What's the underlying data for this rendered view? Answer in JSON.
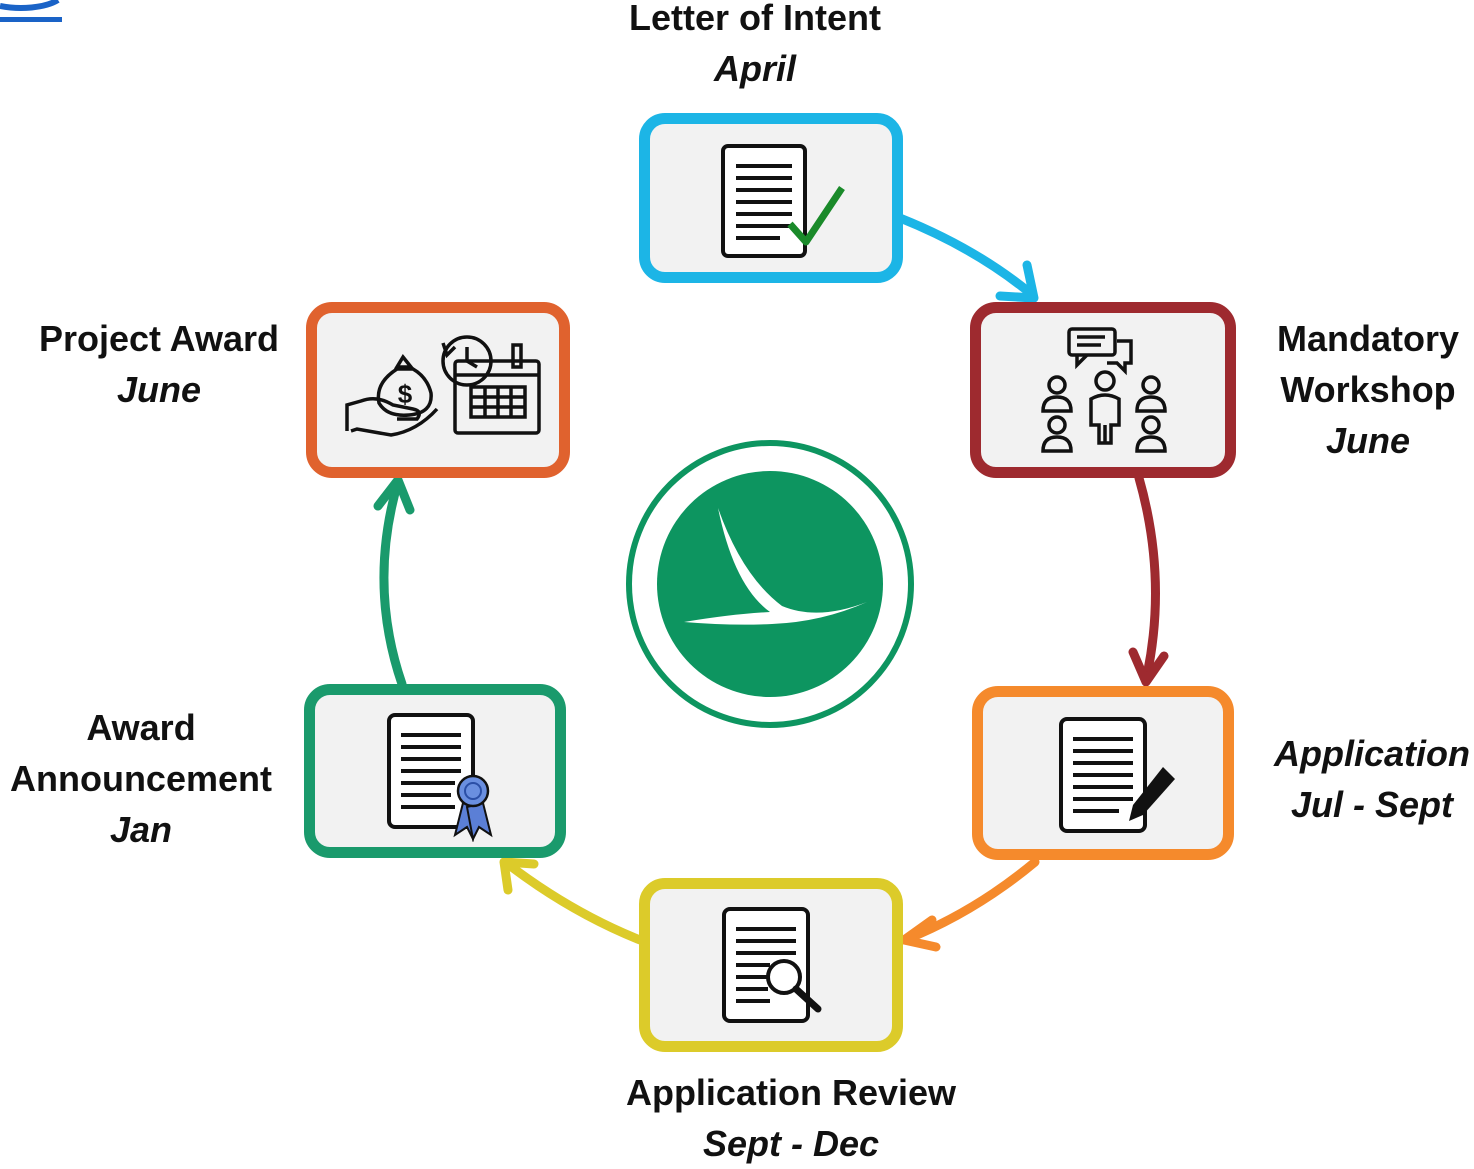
{
  "colors": {
    "letter_of_intent": "#1cb5e6",
    "mandatory_workshop": "#9e2a2f",
    "application": "#f58a2c",
    "application_review": "#dccb2a",
    "award_announcement": "#1a9a6c",
    "project_award": "#e0622e",
    "center_logo": "#0d9560",
    "corner_logo": "#1a63c7"
  },
  "stages": {
    "letter_of_intent": {
      "title": "Letter of Intent",
      "date": "April",
      "icon": "document-checkmark-icon"
    },
    "mandatory_workshop": {
      "title_line1": "Mandatory",
      "title_line2": "Workshop",
      "date": "June",
      "icon": "group-meeting-icon"
    },
    "application": {
      "title_line1": "Application",
      "date": "Jul - Sept",
      "icon": "document-pen-icon"
    },
    "application_review": {
      "title": "Application Review",
      "date": "Sept - Dec",
      "icon": "document-magnifier-icon"
    },
    "award_announcement": {
      "title_line1": "Award",
      "title_line2": "Announcement",
      "date": "Jan",
      "icon": "certificate-ribbon-icon"
    },
    "project_award": {
      "title": "Project Award",
      "date": "June",
      "icon": "money-calendar-icon"
    }
  },
  "center_logo": {
    "icon": "odot-logo-icon"
  }
}
